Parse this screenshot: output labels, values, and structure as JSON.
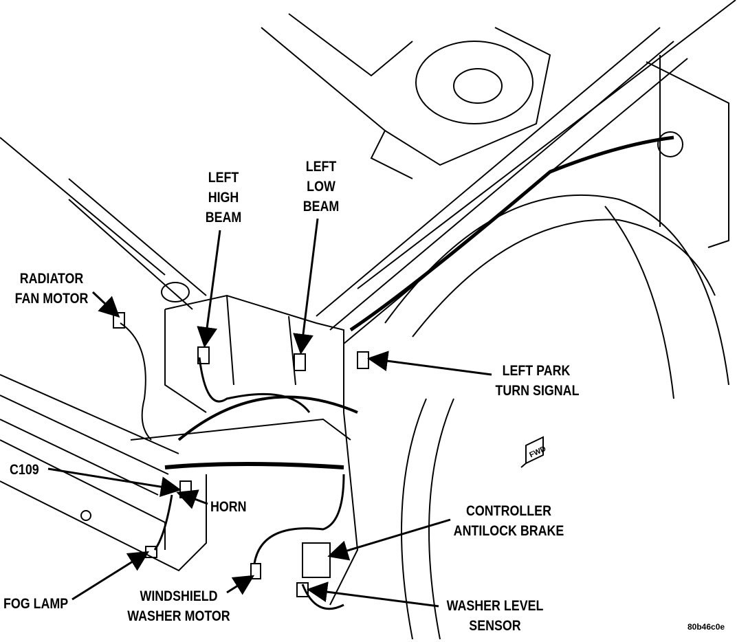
{
  "labels": {
    "left_high_beam": [
      "LEFT",
      "HIGH",
      "BEAM"
    ],
    "left_low_beam": [
      "LEFT",
      "LOW",
      "BEAM"
    ],
    "radiator_fan_motor": [
      "RADIATOR",
      "FAN MOTOR"
    ],
    "left_park_turn_signal": [
      "LEFT PARK",
      "TURN SIGNAL"
    ],
    "c109": "C109",
    "horn": "HORN",
    "controller_antilock_brake": [
      "CONTROLLER",
      "ANTILOCK BRAKE"
    ],
    "fog_lamp": "FOG LAMP",
    "windshield_washer_motor": [
      "WINDSHIELD",
      "WASHER MOTOR"
    ],
    "washer_level_sensor": [
      "WASHER LEVEL",
      "SENSOR"
    ]
  },
  "direction_tag": "FWD",
  "figure_code": "80b46c0e"
}
